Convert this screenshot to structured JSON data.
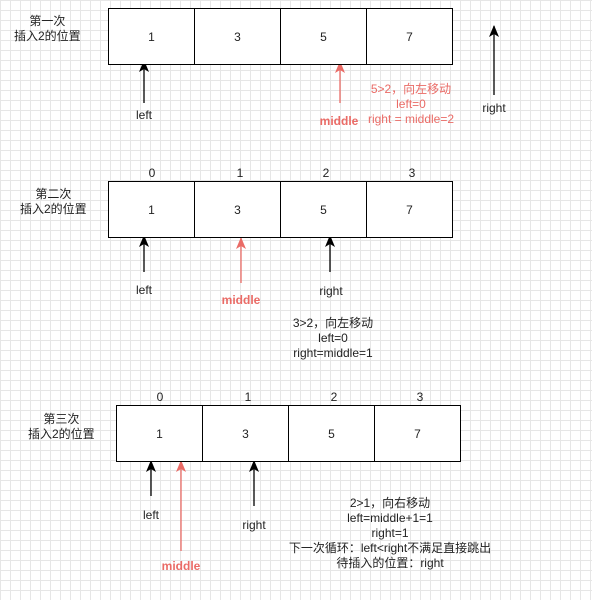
{
  "pass1": {
    "title": "第一次\n插入2的位置",
    "cells": [
      "1",
      "3",
      "5",
      "7"
    ],
    "left_label": "left",
    "middle_label": "middle",
    "right_label": "right",
    "note": "5>2，向左移动\nleft=0\nright = middle=2"
  },
  "pass2": {
    "title": "第二次\n插入2的位置",
    "indices": [
      "0",
      "1",
      "2",
      "3"
    ],
    "cells": [
      "1",
      "3",
      "5",
      "7"
    ],
    "left_label": "left",
    "middle_label": "middle",
    "right_label": "right",
    "note": "3>2，向左移动\nleft=0\nright=middle=1"
  },
  "pass3": {
    "title": "第三次\n插入2的位置",
    "indices": [
      "0",
      "1",
      "2",
      "3"
    ],
    "cells": [
      "1",
      "3",
      "5",
      "7"
    ],
    "left_label": "left",
    "middle_label": "middle",
    "right_label": "right",
    "note": "2>1，向右移动\nleft=middle+1=1\nright=1\n下一次循环：left<right不满足直接跳出\n待插入的位置：right"
  },
  "colors": {
    "highlight": "#ea6b66",
    "stroke": "#000000"
  }
}
